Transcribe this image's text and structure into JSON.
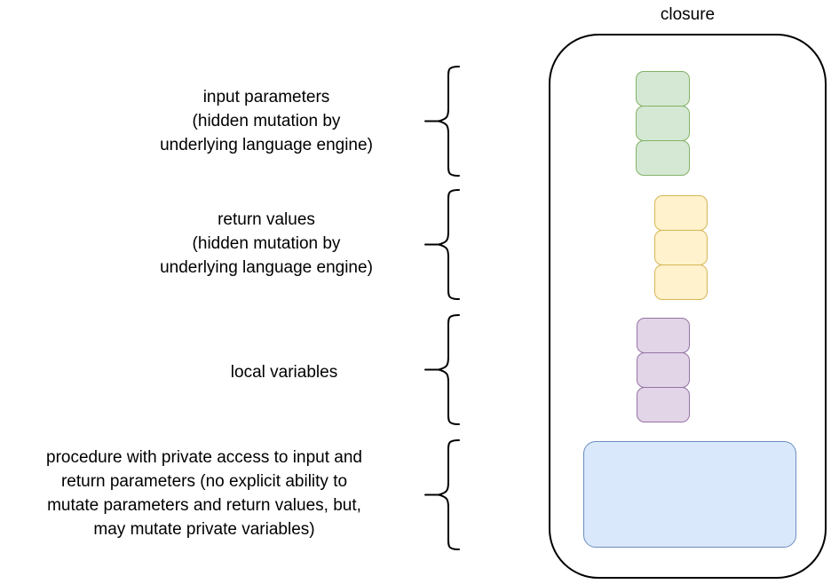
{
  "title": "closure",
  "groups": {
    "input_params": {
      "label": "input parameters\n(hidden mutation by\nunderlying language engine)",
      "count": 3
    },
    "return_values": {
      "label": "return values\n(hidden mutation by\nunderlying language engine)",
      "count": 3
    },
    "local_vars": {
      "label": "local variables",
      "count": 3
    },
    "procedure": {
      "label": "procedure with private access to input and\nreturn parameters (no explicit ability to\nmutate parameters and return values, but,\nmay mutate private variables)"
    }
  },
  "colors": {
    "input_params_fill": "#d5e8d4",
    "input_params_stroke": "#82b366",
    "return_values_fill": "#fff2cc",
    "return_values_stroke": "#d6b656",
    "local_vars_fill": "#e1d5e7",
    "local_vars_stroke": "#9673a6",
    "procedure_fill": "#dae8fc",
    "procedure_stroke": "#6c8ebf",
    "container_stroke": "#000000"
  }
}
